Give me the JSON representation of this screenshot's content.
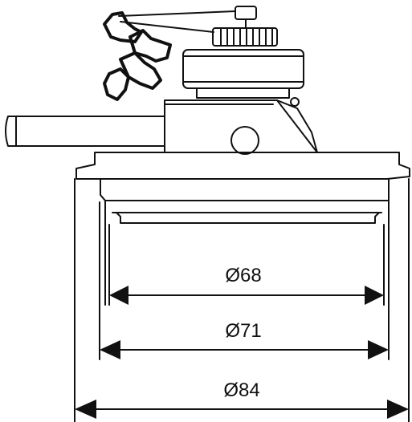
{
  "figure": {
    "description_icon": "mechanical-assembly-drawing",
    "dimensions": [
      {
        "id": "d68",
        "label": "Ø68"
      },
      {
        "id": "d71",
        "label": "Ø71"
      },
      {
        "id": "d84",
        "label": "Ø84"
      }
    ]
  },
  "colors": {
    "line": "#111111",
    "background": "#ffffff"
  }
}
